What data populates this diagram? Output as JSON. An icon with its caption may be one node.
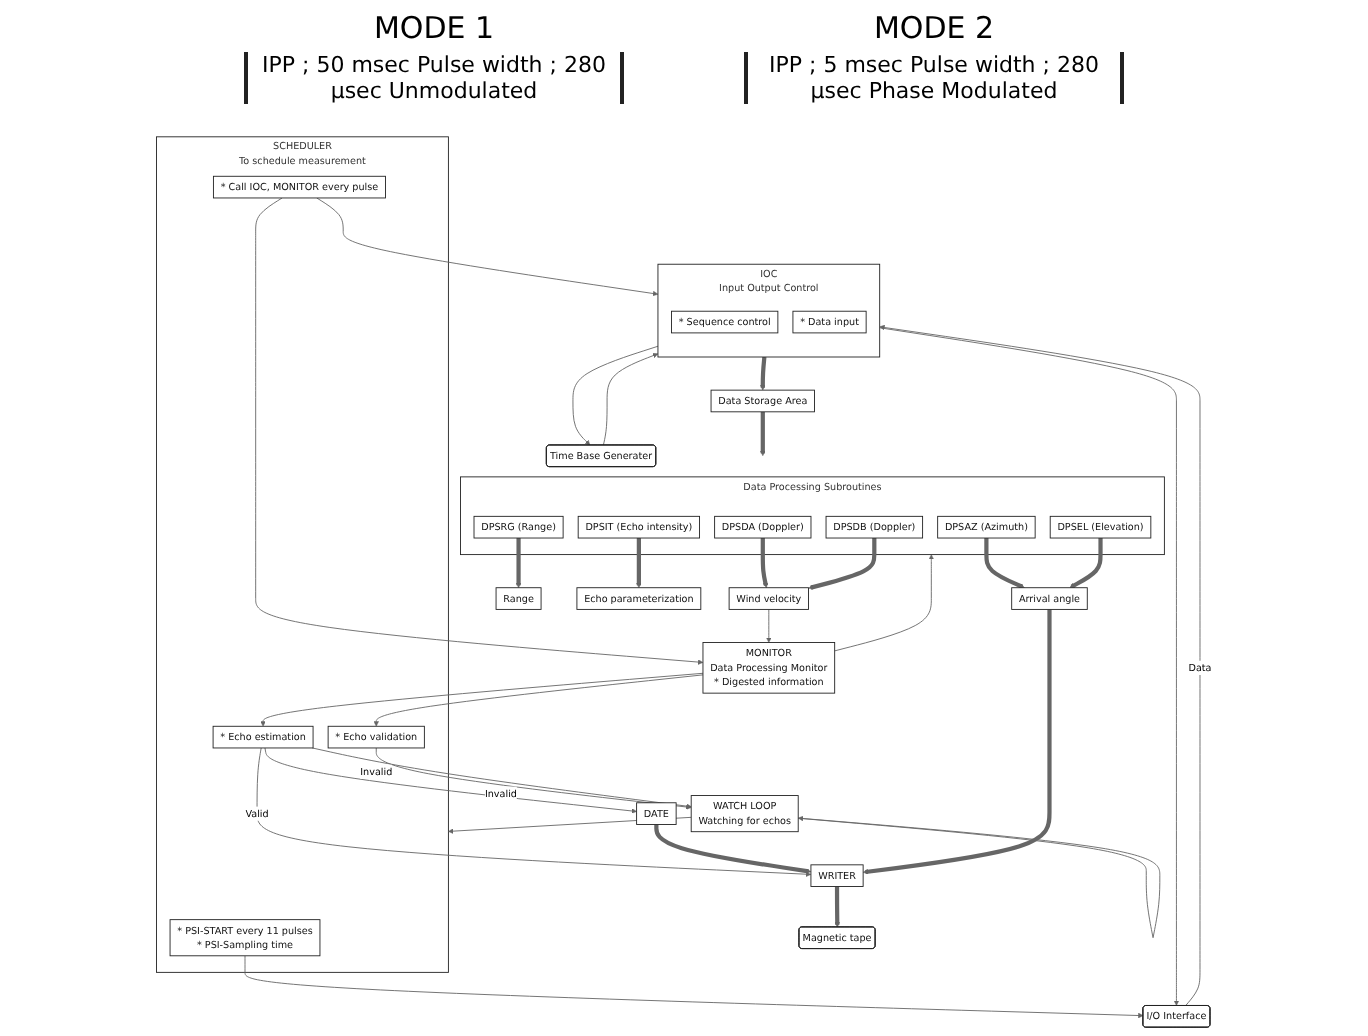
{
  "diagram": {
    "nodes": [
      {
        "text": [
          "WATCH LOOP",
          "Watching for echos"
        ]
      },
      {
        "text": [
          "SCHEDULER",
          "To schedule measurement"
        ]
      },
      {
        "text": [
          "* PSI-START every 11 pulses",
          "* PSI-Sampling time"
        ],
        "in": 1
      },
      {
        "text": [
          "* Call IOC, MONITOR every pulse"
        ],
        "in": 1
      },
      {
        "text": [
          "* Echo validation"
        ],
        "in": 1
      },
      {
        "text": [
          "* Echo estimation"
        ],
        "in": 1
      },
      {
        "text": [
          "I/O Interface"
        ]
      },
      {
        "text": [
          "Time Base Generater"
        ]
      },
      {
        "text": [
          "IOC",
          "Input Output Control"
        ]
      },
      {
        "text": [
          "* Sequence control"
        ],
        "in": 8
      },
      {
        "text": [
          "* Data input"
        ],
        "in": 8
      },
      {
        "text": [
          "MONITOR",
          "Data Processing Monitor",
          "* Digested information"
        ]
      },
      {
        "text": [
          "WRITER"
        ]
      },
      {
        "text": [
          "DATE"
        ]
      },
      {
        "text": [
          "Magnetic tape"
        ]
      },
      {
        "text": [
          "Wind velocity"
        ]
      },
      {
        "text": [
          "Arrival angle"
        ]
      },
      {
        "text": [
          "Range"
        ]
      },
      {
        "text": [
          "Echo parameterization"
        ]
      },
      {
        "text": [
          "Data Processing Subroutines"
        ]
      },
      {
        "text": [
          "DPSDA (Doppler)"
        ],
        "in": 19
      },
      {
        "text": [
          "DPSDB (Doppler)"
        ],
        "in": 19
      },
      {
        "text": [
          "DPSAZ (Azimuth)"
        ],
        "in": 19
      },
      {
        "text": [
          "DPSEL (Elevation)"
        ],
        "in": 19
      },
      {
        "text": [
          "DPSRG (Range)"
        ],
        "in": 19
      },
      {
        "text": [
          "DPSIT (Echo intensity)"
        ],
        "in": 19
      },
      {
        "text": [
          "Data Storage Area"
        ]
      }
    ],
    "edges": [
      {
        "from": 0,
        "to": 0,
        "arrow": "to"
      },
      {
        "from": 0,
        "to": 1,
        "arrow": "to"
      },
      {
        "from": 2,
        "to": 6,
        "arrow": "to"
      },
      {
        "from": 6,
        "to": 8,
        "arrow": "to",
        "label": "Data"
      },
      {
        "from": 8,
        "to": 6,
        "arrow": "to"
      },
      {
        "from": 3,
        "to": 8,
        "arrow": "to"
      },
      {
        "from": 3,
        "to": 11,
        "arrow": "to"
      },
      {
        "from": 11,
        "to": 4,
        "arrow": "to"
      },
      {
        "from": 11,
        "to": 5,
        "arrow": "to"
      },
      {
        "from": 4,
        "to": 0,
        "arrow": "to",
        "label": "Invalid"
      },
      {
        "from": 5,
        "to": 0,
        "arrow": "to",
        "label": "Invalid"
      },
      {
        "from": 5,
        "to": 12,
        "arrow": "to",
        "label": "Valid"
      },
      {
        "from": 5,
        "to": 13,
        "arrow": "to"
      },
      {
        "from": 8,
        "to": 7,
        "arrow": "to"
      },
      {
        "from": 7,
        "to": 8,
        "arrow": "to"
      },
      {
        "from": 15,
        "to": 11,
        "arrow": "to"
      },
      {
        "from": 11,
        "to": 19,
        "arrow": "to"
      },
      {
        "from": 8,
        "to": 26,
        "arrow": "to",
        "style": "thick"
      },
      {
        "from": 26,
        "to": 19,
        "arrow": "to",
        "style": "thick"
      },
      {
        "from": 20,
        "to": 15,
        "arrow": "to",
        "style": "thick"
      },
      {
        "from": 21,
        "to": 15,
        "arrow": "to",
        "style": "thick"
      },
      {
        "from": 22,
        "to": 16,
        "arrow": "to",
        "style": "thick"
      },
      {
        "from": 23,
        "to": 16,
        "arrow": "to",
        "style": "thick"
      },
      {
        "from": 24,
        "to": 17,
        "arrow": "to",
        "style": "thick"
      },
      {
        "from": 25,
        "to": 18,
        "arrow": "to",
        "style": "thick"
      },
      {
        "from": 13,
        "to": 12,
        "arrow": "to",
        "style": "thick"
      },
      {
        "from": 16,
        "to": 12,
        "arrow": "to",
        "style": "thick"
      },
      {
        "from": 12,
        "to": 14,
        "arrow": "to",
        "style": "thick"
      }
    ],
    "labels": [
      "MODE 1",
      "IPP ; 50 msec Pulse width ; 280 μsec Unmodulated",
      "MODE 2",
      "IPP ; 5 msec Pulse width ; 280 μsec Phase Modulated"
    ]
  }
}
